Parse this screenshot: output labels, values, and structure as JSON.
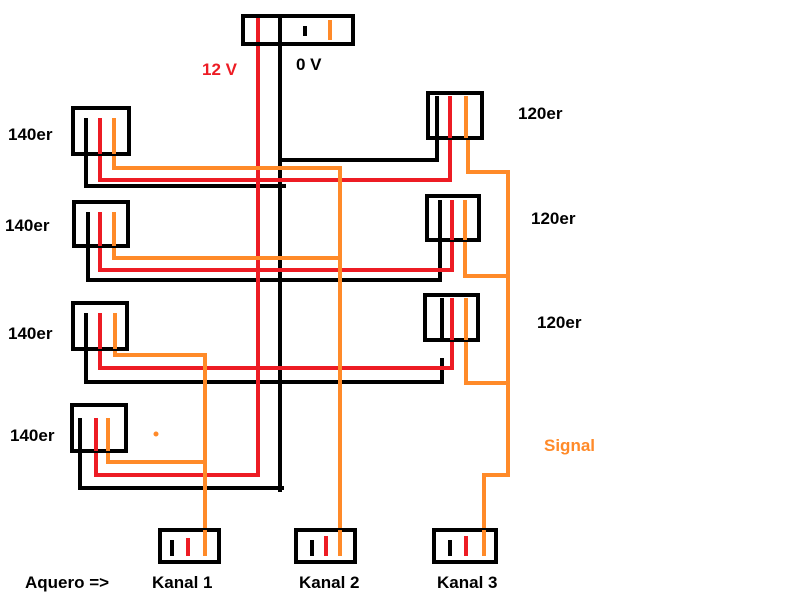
{
  "labels": {
    "v12": "12 V",
    "v0": "0 V",
    "fan_140_1": "140er",
    "fan_140_2": "140er",
    "fan_140_3": "140er",
    "fan_140_4": "140er",
    "fan_120_1": "120er",
    "fan_120_2": "120er",
    "fan_120_3": "120er",
    "signal": "Signal",
    "aquero": "Aquero =>",
    "kanal1": "Kanal 1",
    "kanal2": "Kanal 2",
    "kanal3": "Kanal 3"
  },
  "colors": {
    "ground": "#000000",
    "plus_12v": "#ed1c24",
    "signal": "#ff8a29"
  }
}
